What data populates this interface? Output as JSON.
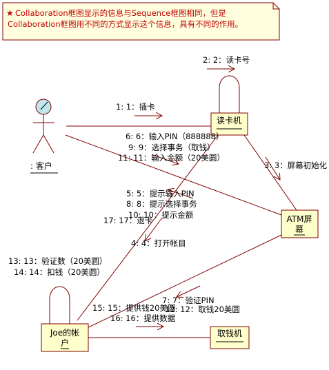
{
  "note": {
    "star": "★",
    "line1": "Collaboration框图显示的信息与Sequence框图相同，但是",
    "line2": "Collaboration框图用不同的方式显示这个信息，具有不同的作用。",
    "text_color": "#c00000",
    "fill_color": "#ffffe0"
  },
  "actor": {
    "name": ": 客户",
    "head_color": "#bfe6ee"
  },
  "objects": {
    "card_reader": "读卡机",
    "atm_screen_line1": "ATM屏",
    "atm_screen_line2": "幕",
    "joe_account_line1": "Joe的帐",
    "joe_account_line2": "户",
    "cash_dispenser": "取钱机",
    "fill_color": "#ffffcc",
    "border_color": "#800000"
  },
  "messages": {
    "m2": "2: 2：读卡号",
    "m1": "1: 1：插卡",
    "m6": "6: 6：输入PIN（888888）",
    "m9": "9: 9：选择事务（取钱）",
    "m11": "11: 11：输入金额（20美圆）",
    "m3": "3: 3：屏幕初始化",
    "m5": "5: 5：提示输入PIN",
    "m8": "8: 8：提示选择事务",
    "m10": "10: 10：提示金额",
    "m17": "17: 17：退卡",
    "m4": "4: 4：打开帐目",
    "m13": "13: 13：验证数（20美圆）",
    "m14": "14: 14：扣钱（20美圆）",
    "m7": "7: 7：验证PIN",
    "m12": "12: 12：取钱20美圆",
    "m15": "15: 15：提供钱20美圆",
    "m16": "16: 16：提供数据"
  }
}
